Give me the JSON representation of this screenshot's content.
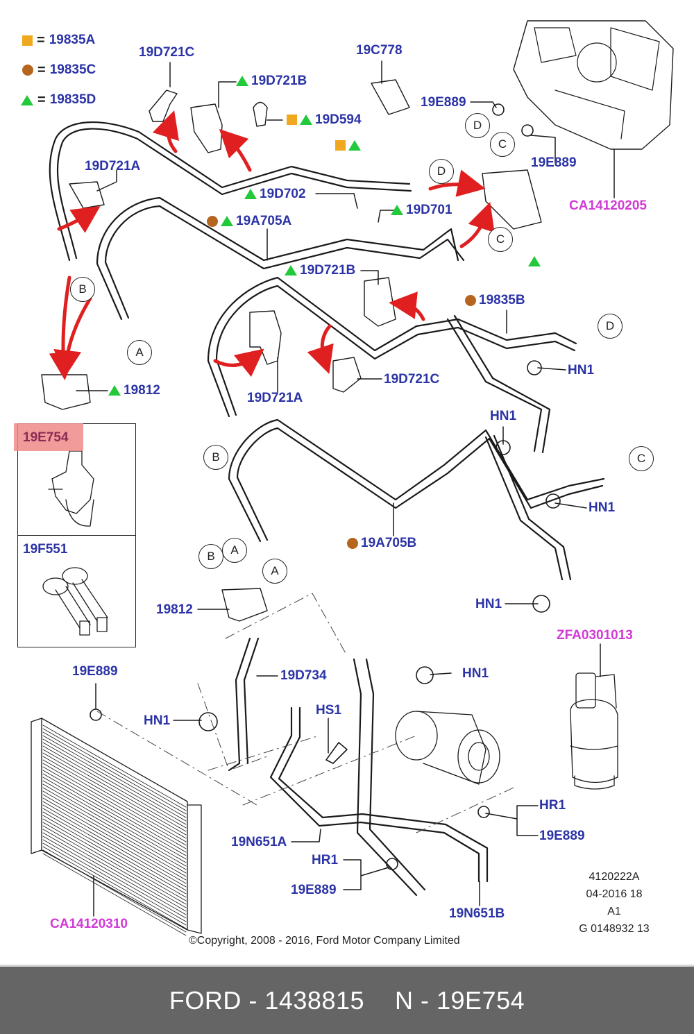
{
  "legend": [
    {
      "symbol": "orange-square",
      "color": "#f0a81e",
      "equals": "=",
      "code": "19835A"
    },
    {
      "symbol": "brown-circle",
      "color": "#b5651d",
      "equals": "=",
      "code": "19835C"
    },
    {
      "symbol": "green-triangle",
      "color": "#22c93a",
      "equals": "=",
      "code": "19835D"
    }
  ],
  "parts": {
    "p19d721c_top": "19D721C",
    "p19d721b_top": "19D721B",
    "p19c778": "19C778",
    "p19d594": "19D594",
    "p19e889_a": "19E889",
    "p19e889_b": "19E889",
    "p19d721a_top": "19D721A",
    "p19d702": "19D702",
    "p19d701": "19D701",
    "p19a705a": "19A705A",
    "pca14120205": "CA14120205",
    "p19d721b_mid": "19D721B",
    "p19835b": "19835B",
    "p19812_top": "19812",
    "p19d721a_mid": "19D721A",
    "p19d721c_mid": "19D721C",
    "hn1_a": "HN1",
    "hn1_b": "HN1",
    "hn1_c": "HN1",
    "hn1_d": "HN1",
    "p19a705b": "19A705B",
    "p19812_mid": "19812",
    "pzfa0301013": "ZFA0301013",
    "p19e889_c": "19E889",
    "p19d734": "19D734",
    "hn1_e": "HN1",
    "hn1_f": "HN1",
    "hs1": "HS1",
    "hr1_a": "HR1",
    "p19e889_d": "19E889",
    "p19n651a": "19N651A",
    "hr1_b": "HR1",
    "p19e889_e": "19E889",
    "p19n651b": "19N651B",
    "pca14120310": "CA14120310"
  },
  "inset": {
    "highlighted_part": "19E754",
    "second_part": "19F551",
    "highlight_color": "#f08a8a"
  },
  "refs": {
    "d1": "D",
    "c1": "C",
    "d2": "D",
    "c2": "C",
    "b1": "B",
    "a1": "A",
    "d3": "D",
    "b2": "B",
    "c3": "C",
    "b3": "B",
    "a2": "A",
    "a3": "A"
  },
  "meta": {
    "line1": "4120222A",
    "line2": "04-2016 18",
    "line3": "A1",
    "line4": "G 0148932 13"
  },
  "copyright": "©Copyright, 2008 - 2016, Ford Motor Company Limited",
  "footer": {
    "brand_part": "FORD - 1438815",
    "ref_part": "N - 19E754",
    "background": "#656565"
  }
}
